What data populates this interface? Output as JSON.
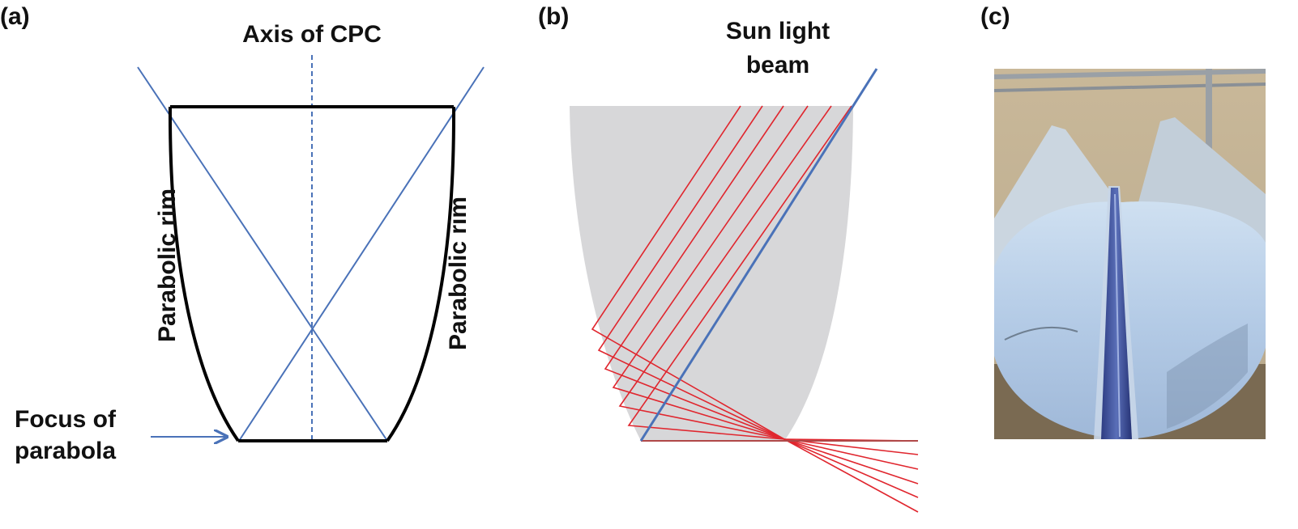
{
  "panels": {
    "a": {
      "tag": "(a)",
      "axis_label": "Axis of CPC",
      "left_rim_label": "Parabolic rim",
      "right_rim_label": "Parabolic rim",
      "focus_label_line1": "Focus of",
      "focus_label_line2": "parabola"
    },
    "b": {
      "tag": "(b)",
      "beam_label_line1": "Sun light",
      "beam_label_line2": "beam"
    },
    "c": {
      "tag": "(c)"
    }
  },
  "colors": {
    "outline": "#000000",
    "blue_ray": "#4a72b8",
    "red_ray": "#e0262e",
    "collector_fill": "#d7d7d9",
    "outlet_ray": "#b04848"
  }
}
